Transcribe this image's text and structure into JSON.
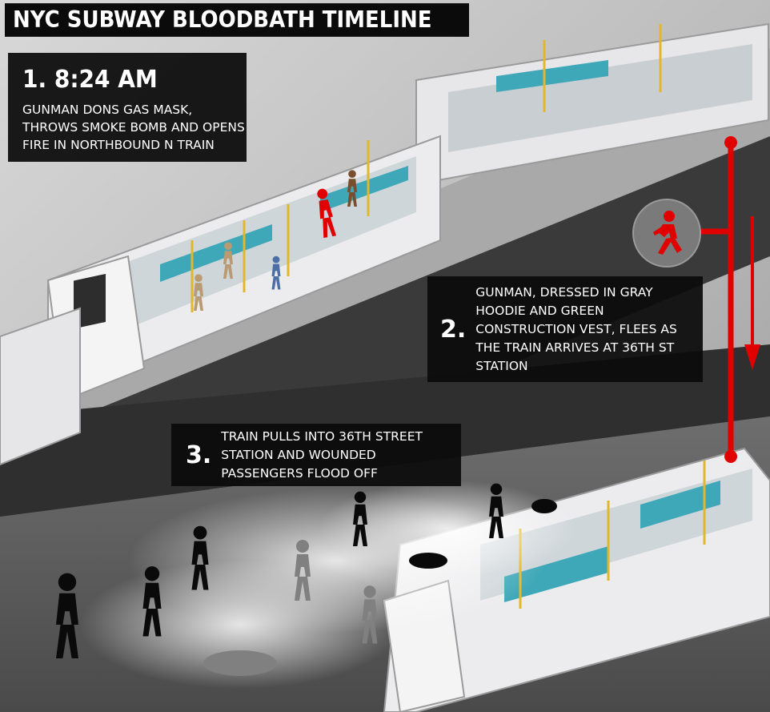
{
  "title": "NYC SUBWAY BLOODBATH TIMELINE",
  "steps": [
    {
      "number": "1.",
      "time": "8:24 AM",
      "headline": "1. 8:24 AM",
      "text": "GUNMAN DONS GAS MASK, THROWS SMOKE BOMB AND OPENS FIRE IN NORTHBOUND N TRAIN"
    },
    {
      "number": "2.",
      "text": "GUNMAN, DRESSED IN GRAY HOODIE AND GREEN CONSTRUCTION VEST, FLEES AS THE TRAIN ARRIVES AT 36TH ST STATION"
    },
    {
      "number": "3.",
      "text": "TRAIN PULLS INTO 36TH STREET STATION AND WOUNDED PASSENGERS FLOOD OFF"
    }
  ],
  "colors": {
    "gunman_red": "#e10000",
    "box_black": "#0c0c0c",
    "seat_teal": "#3fa8b8",
    "pole_yellow": "#e2b82a",
    "passenger_black": "#0a0a0a",
    "passenger_gray": "#7f7f7f"
  },
  "icons": [
    "gunman-running-icon",
    "timeline-arrow-icon",
    "passenger-silhouette-icon"
  ]
}
